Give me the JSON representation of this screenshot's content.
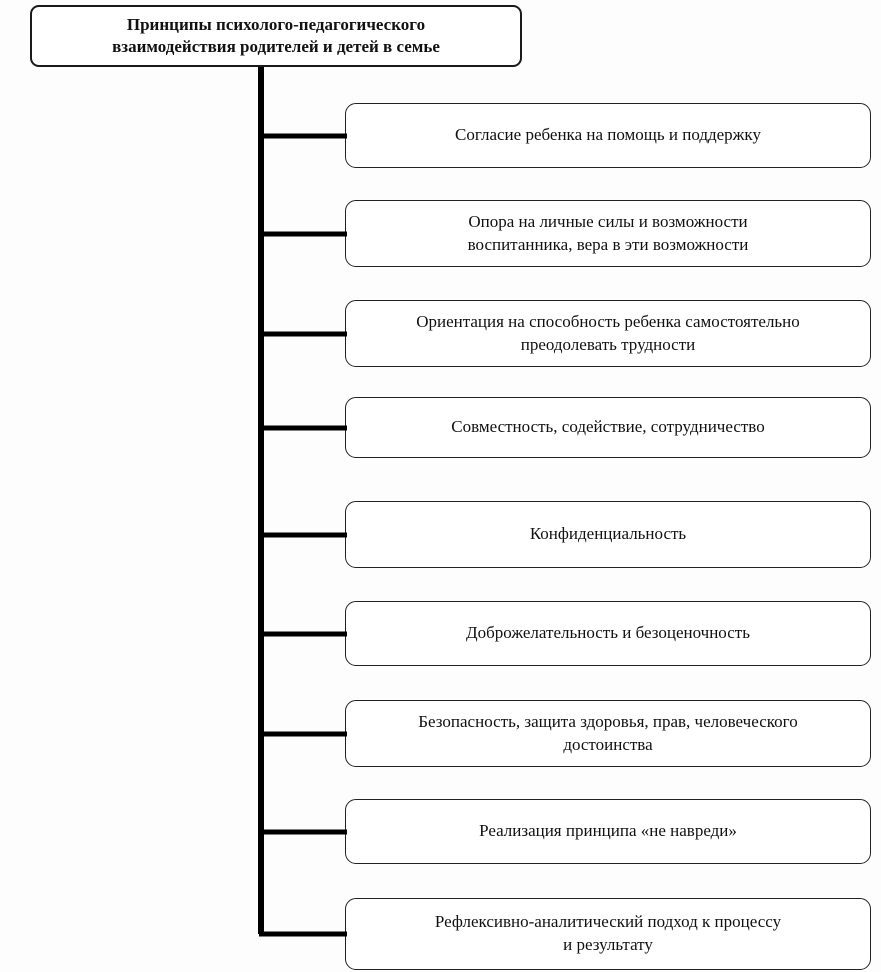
{
  "title": "Принципы психолого-педагогического\nвзаимодействия родителей и детей в семье",
  "nodes": [
    {
      "label": "Согласие ребенка на помощь и поддержку"
    },
    {
      "label": "Опора на личные силы и возможности\nвоспитанника, вера в эти возможности"
    },
    {
      "label": "Ориентация на способность ребенка самостоятельно\nпреодолевать трудности"
    },
    {
      "label": "Совместность, содействие, сотрудничество"
    },
    {
      "label": "Конфиденциальность"
    },
    {
      "label": "Доброжелательность и безоценочность"
    },
    {
      "label": "Безопасность, защита здоровья, прав, человеческого\nдостоинства"
    },
    {
      "label": "Реализация принципа «не навреди»"
    },
    {
      "label": "Рефлексивно-аналитический подход к процессу\nи результату"
    }
  ]
}
